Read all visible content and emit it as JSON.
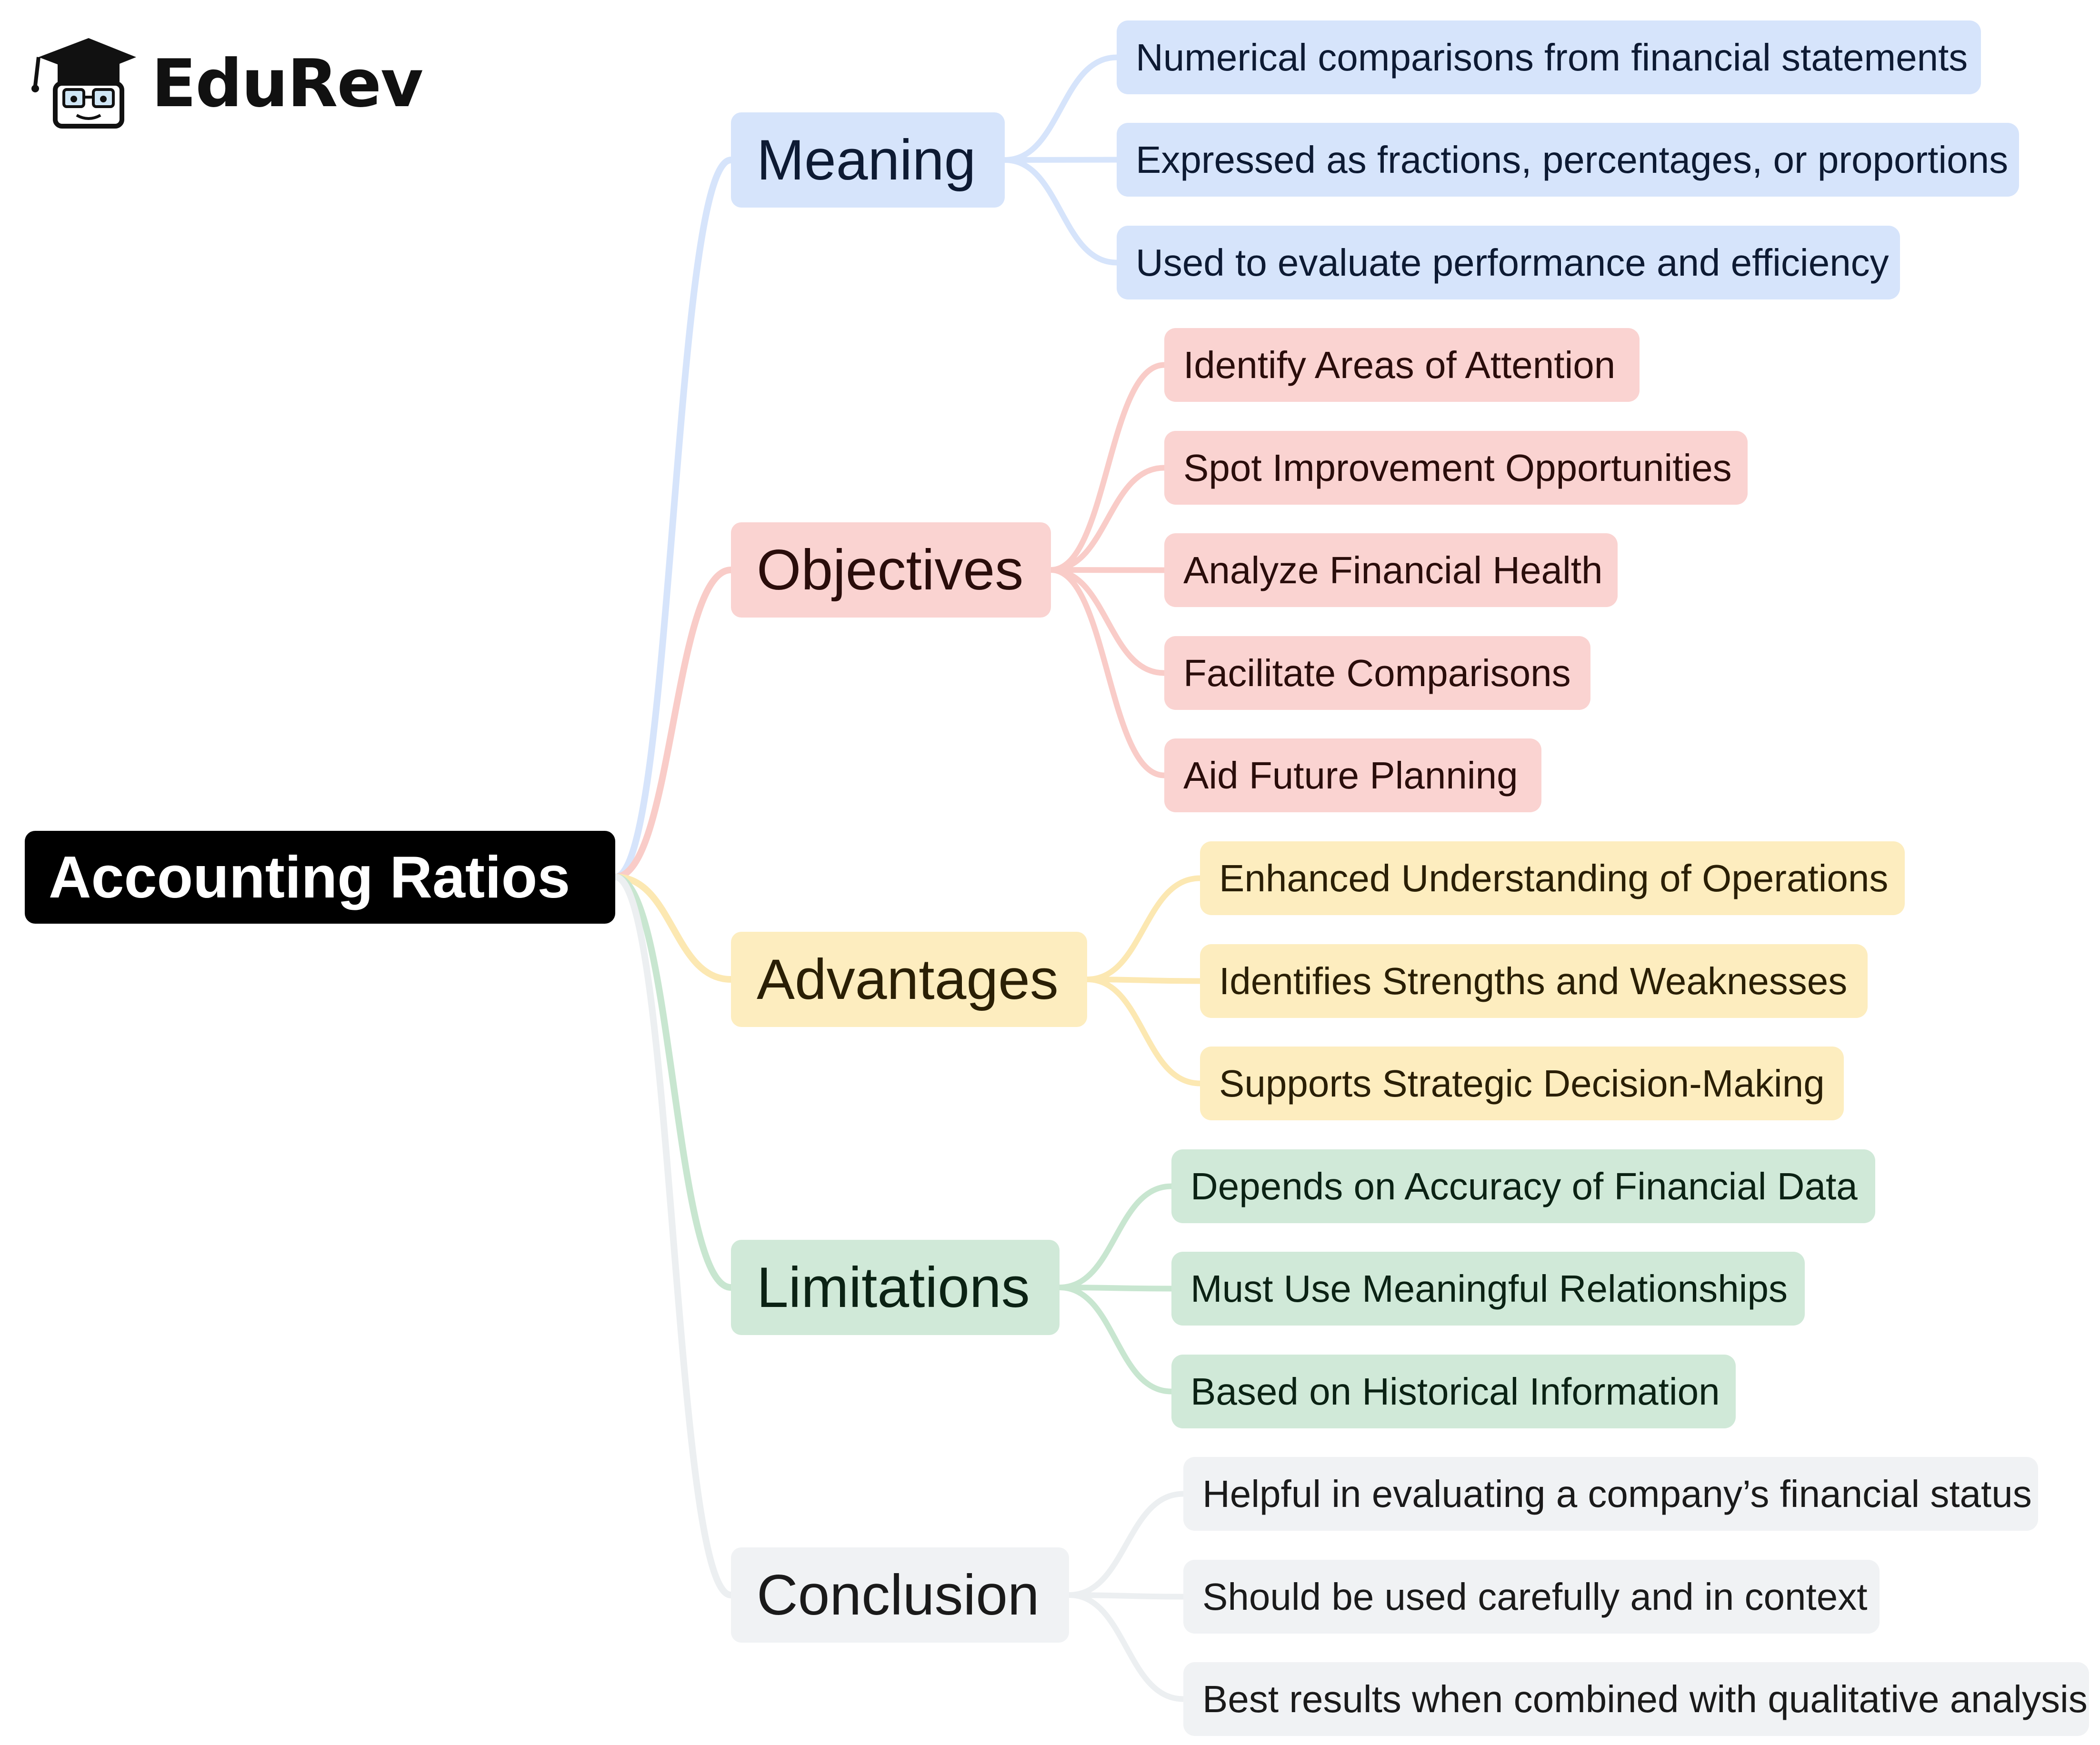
{
  "brand": {
    "name": "EduRev",
    "icon": "graduation-cap-icon"
  },
  "root": {
    "label": "Accounting Ratios",
    "color": "#000000",
    "text_color": "#ffffff"
  },
  "branches": [
    {
      "label": "Meaning",
      "color": "#d6e4fb",
      "line_color": "#d6e4fb",
      "text_color": "#0d1a33",
      "children": [
        "Numerical comparisons from financial statements",
        "Expressed as fractions, percentages, or proportions",
        "Used to evaluate performance and efficiency"
      ]
    },
    {
      "label": "Objectives",
      "color": "#fad3d1",
      "line_color": "#f9ccc8",
      "text_color": "#2a0d0b",
      "children": [
        "Identify Areas of Attention",
        "Spot Improvement Opportunities",
        "Analyze Financial Health",
        "Facilitate Comparisons",
        "Aid Future Planning"
      ]
    },
    {
      "label": "Advantages",
      "color": "#fdedbf",
      "line_color": "#fce8b2",
      "text_color": "#2a1f05",
      "children": [
        "Enhanced Understanding of Operations",
        "Identifies Strengths and Weaknesses",
        "Supports Strategic Decision-Making"
      ]
    },
    {
      "label": "Limitations",
      "color": "#d0e9d8",
      "line_color": "#c8e6d0",
      "text_color": "#0b2214",
      "children": [
        "Depends on Accuracy of Financial Data",
        "Must Use Meaningful Relationships",
        "Based on Historical Information"
      ]
    },
    {
      "label": "Conclusion",
      "color": "#f0f2f4",
      "line_color": "#eceff1",
      "text_color": "#1a1a1a",
      "children": [
        "Helpful in evaluating a company’s financial status",
        "Should be used carefully and in context",
        "Best results when combined with qualitative analysis"
      ]
    }
  ]
}
